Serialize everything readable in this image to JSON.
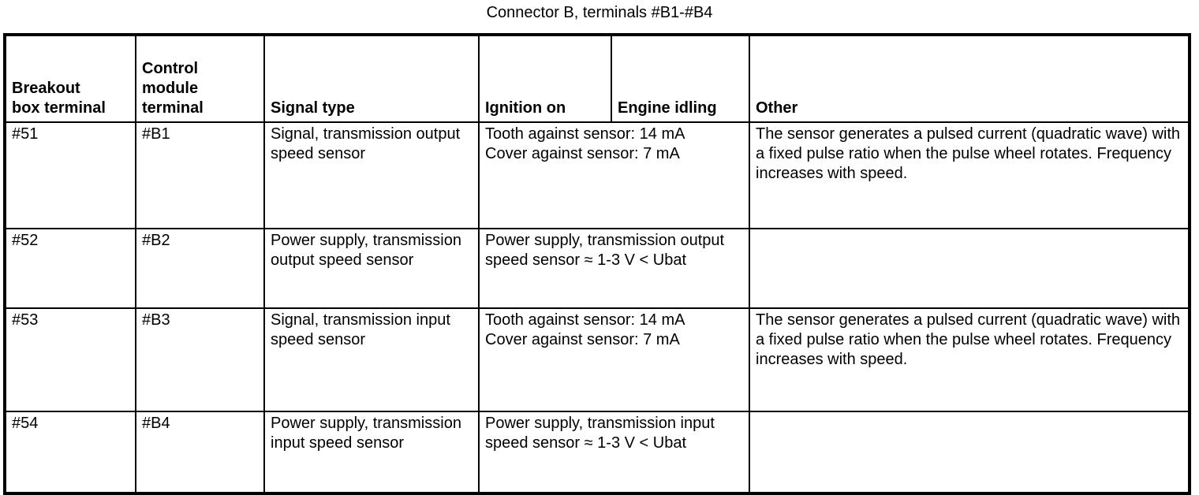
{
  "caption": "Connector B, terminals #B1-#B4",
  "table": {
    "headers": [
      "Breakout\nbox terminal",
      "Control\nmodule\nterminal",
      "Signal type",
      "Ignition on",
      "Engine idling",
      "Other"
    ],
    "rows": [
      {
        "breakout_box_terminal": "#51",
        "control_module_terminal": "#B1",
        "signal_type": "Signal, transmission output speed sensor",
        "measurement": "Tooth against sensor: 14 mA\nCover against sensor: 7 mA",
        "other": "The sensor generates a pulsed current (quadratic wave) with a fixed pulse ratio when the pulse wheel rotates. Frequency increases with speed."
      },
      {
        "breakout_box_terminal": "#52",
        "control_module_terminal": "#B2",
        "signal_type": "Power supply, transmission output speed sensor",
        "measurement": "Power supply, transmission output speed sensor ≈ 1-3 V < Ubat",
        "other": ""
      },
      {
        "breakout_box_terminal": "#53",
        "control_module_terminal": "#B3",
        "signal_type": "Signal, transmission input speed sensor",
        "measurement": "Tooth against sensor: 14 mA\nCover against sensor: 7 mA",
        "other": "The sensor generates a pulsed current (quadratic wave) with a fixed pulse ratio when the pulse wheel rotates. Frequency increases with speed."
      },
      {
        "breakout_box_terminal": "#54",
        "control_module_terminal": "#B4",
        "signal_type": "Power supply, transmission input speed sensor",
        "measurement": "Power supply, transmission input speed sensor ≈ 1-3 V < Ubat",
        "other": ""
      }
    ]
  }
}
